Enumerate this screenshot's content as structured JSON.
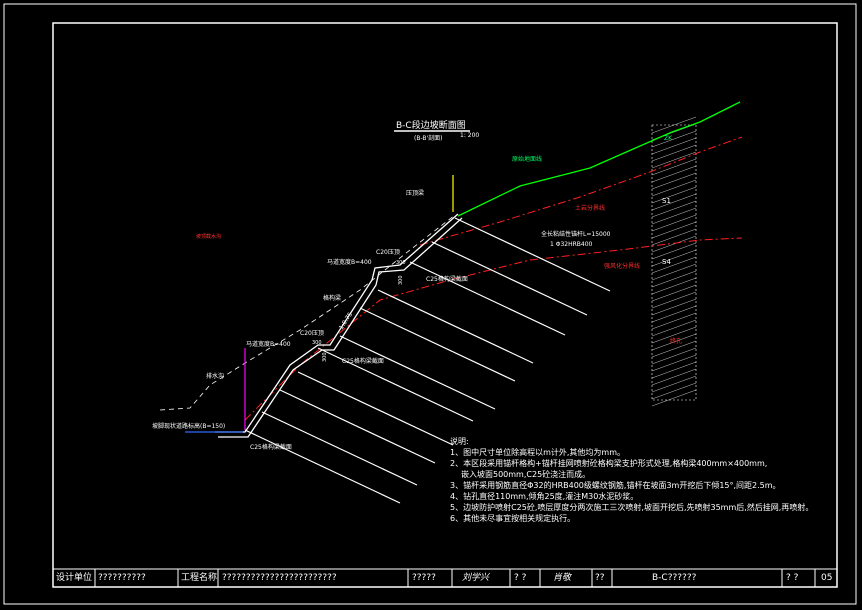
{
  "colors": {
    "background": "#000000",
    "frame": "#ffffff",
    "ground_line": "#00ff00",
    "rock_line": "#ff0000",
    "label_green": "#00ff66",
    "label_red": "#ff3030",
    "label_yellow": "#ffff00",
    "label_magenta": "#ff00ff",
    "label_blue": "#4488ff"
  },
  "drawing": {
    "title": "B-C段边坡断面图",
    "subtitle": "(B-B'剖面)",
    "scale": "1: 200",
    "labels": {
      "top_red_left": "坡顶截水沟",
      "ground_line": "原始地面线",
      "rock_line": "土岩分界线",
      "weathered_line": "强风化分界线",
      "toe_block": "压顶梁",
      "anchor_callout_1": "全长粘结性锚杆L=15000",
      "anchor_callout_2": "1 Φ32HRB400",
      "berm_upper": "马道宽度B=400",
      "beam_upper": "C20压顶",
      "anchor_beam_upper": "C25格构梁截面",
      "anchor_beam_lower": "C25格构梁截面",
      "slope_ratio": "1:0.75",
      "frame_beam": "格构梁",
      "berm_lower": "马道宽度B=400",
      "beam_lower": "C20压顶",
      "drain": "排水沟",
      "toe_road": "坡脚现状道路标高(B=150)",
      "toe_beam": "C25格构梁截面",
      "borehole_top": "ZK",
      "borehole_s1": "S1",
      "borehole_s4": "S4",
      "borehole_bottom": "终孔",
      "dim_1": "300",
      "dim_2": "300",
      "dim_3": "300",
      "dim_4": "300"
    }
  },
  "notes": {
    "heading": "说明:",
    "items": [
      "1、图中尺寸单位除高程以m计外,其他均为mm。",
      "2、本区段采用锚杆格构+锚杆挂网喷射砼格构梁支护形式处理,格构梁400mm×400mm,",
      "   嵌入坡面500mm,C25砼浇注而成。",
      "3、锚杆采用钢筋直径Φ32的HRB400级螺纹钢筋,锚杆在坡面3m开挖后下倾15°,间距2.5m。",
      "4、钻孔直径110mm,倾角25度,灌注M30水泥砂浆。",
      "5、边坡防护喷射C25砼,喷层厚度分两次施工三次喷射,坡面开挖后,先喷射35mm后,然后挂网,再喷射。",
      "6、其他未尽事宜按相关规定执行。"
    ]
  },
  "title_block": {
    "design_unit_label": "设计单位",
    "design_unit_value": "??????????",
    "project_label": "工程名称",
    "project_value": "????????????????????????",
    "drawing_type": "?????",
    "signature_1": "刘学兴",
    "check_label": "? ?",
    "signature_2": "肖敬",
    "review_label": "??",
    "drawing_name": "B-C??????",
    "sheet_label": "? ?",
    "sheet_no": "05"
  }
}
